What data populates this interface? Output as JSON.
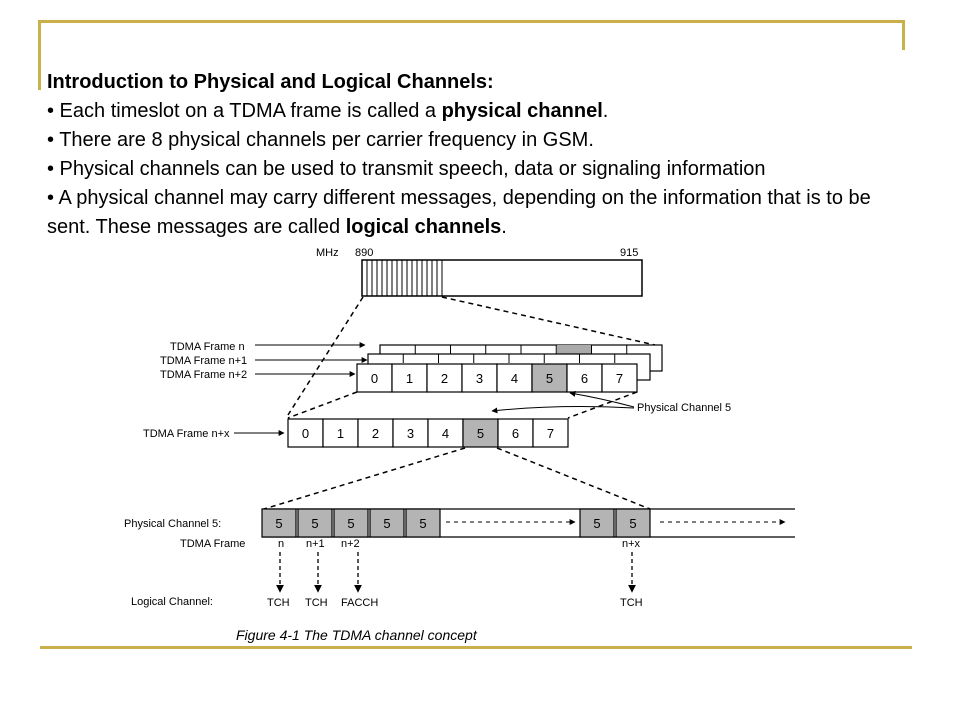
{
  "slide": {
    "heading": "Introduction to Physical and Logical Channels:",
    "bullets": [
      {
        "prefix": "• Each timeslot on a TDMA frame is called a ",
        "bold": "physical channel",
        "suffix": "."
      },
      {
        "prefix": "• There are 8 physical channels per carrier frequency in GSM.",
        "bold": "",
        "suffix": ""
      },
      {
        "prefix": "• Physical channels can be used to transmit speech, data or signaling information",
        "bold": "",
        "suffix": ""
      },
      {
        "prefix": "• A physical channel may carry different messages, depending on the information that is to be sent. These messages are called ",
        "bold": "logical channels",
        "suffix": "."
      }
    ],
    "accent_color": "#c9b04a"
  },
  "figure": {
    "caption": "Figure 4-1 The TDMA channel concept",
    "freq_axis": {
      "unit": "MHz",
      "start": "890",
      "end": "915"
    },
    "frame_labels": [
      "TDMA Frame n",
      "TDMA Frame n+1",
      "TDMA Frame n+2"
    ],
    "frame_nx_label": "TDMA Frame n+x",
    "timeslots": [
      "0",
      "1",
      "2",
      "3",
      "4",
      "5",
      "6",
      "7"
    ],
    "highlight_slot": "5",
    "physical_channel_label": "Physical Channel 5",
    "channel_row_label": "Physical Channel 5:",
    "frame_row_label": "TDMA Frame",
    "channel_cells": [
      "5",
      "5",
      "5",
      "5",
      "5",
      "5",
      "5"
    ],
    "frame_indices": [
      "n",
      "n+1",
      "n+2",
      "n+x"
    ],
    "logical_label": "Logical Channel:",
    "logical_channels": [
      "TCH",
      "TCH",
      "FACCH",
      "TCH"
    ]
  }
}
